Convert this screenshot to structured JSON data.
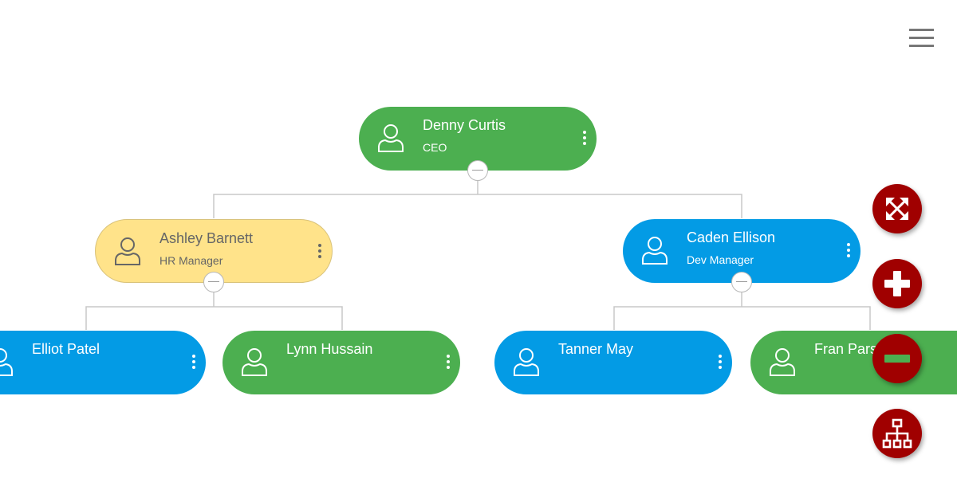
{
  "colors": {
    "green": "#4caf50",
    "yellow": "#ffe38a",
    "blue": "#039be5",
    "fab": "#a00000",
    "link": "#c8c8c8"
  },
  "toolbar": {
    "menu_icon": "hamburger-icon"
  },
  "nodes": {
    "denny": {
      "name": "Denny Curtis",
      "title": "CEO",
      "color": "green"
    },
    "ashley": {
      "name": "Ashley Barnett",
      "title": "HR Manager",
      "color": "yellow"
    },
    "caden": {
      "name": "Caden Ellison",
      "title": "Dev Manager",
      "color": "blue"
    },
    "elliot": {
      "name": "Elliot Patel",
      "title": "",
      "color": "blue"
    },
    "lynn": {
      "name": "Lynn Hussain",
      "title": "",
      "color": "green"
    },
    "tanner": {
      "name": "Tanner May",
      "title": "",
      "color": "blue"
    },
    "fran": {
      "name": "Fran Pars",
      "title": "",
      "color": "green"
    }
  },
  "fab_buttons": [
    {
      "icon": "fullscreen-icon"
    },
    {
      "icon": "zoom-in-icon"
    },
    {
      "icon": "zoom-out-icon"
    },
    {
      "icon": "org-layout-icon"
    }
  ]
}
